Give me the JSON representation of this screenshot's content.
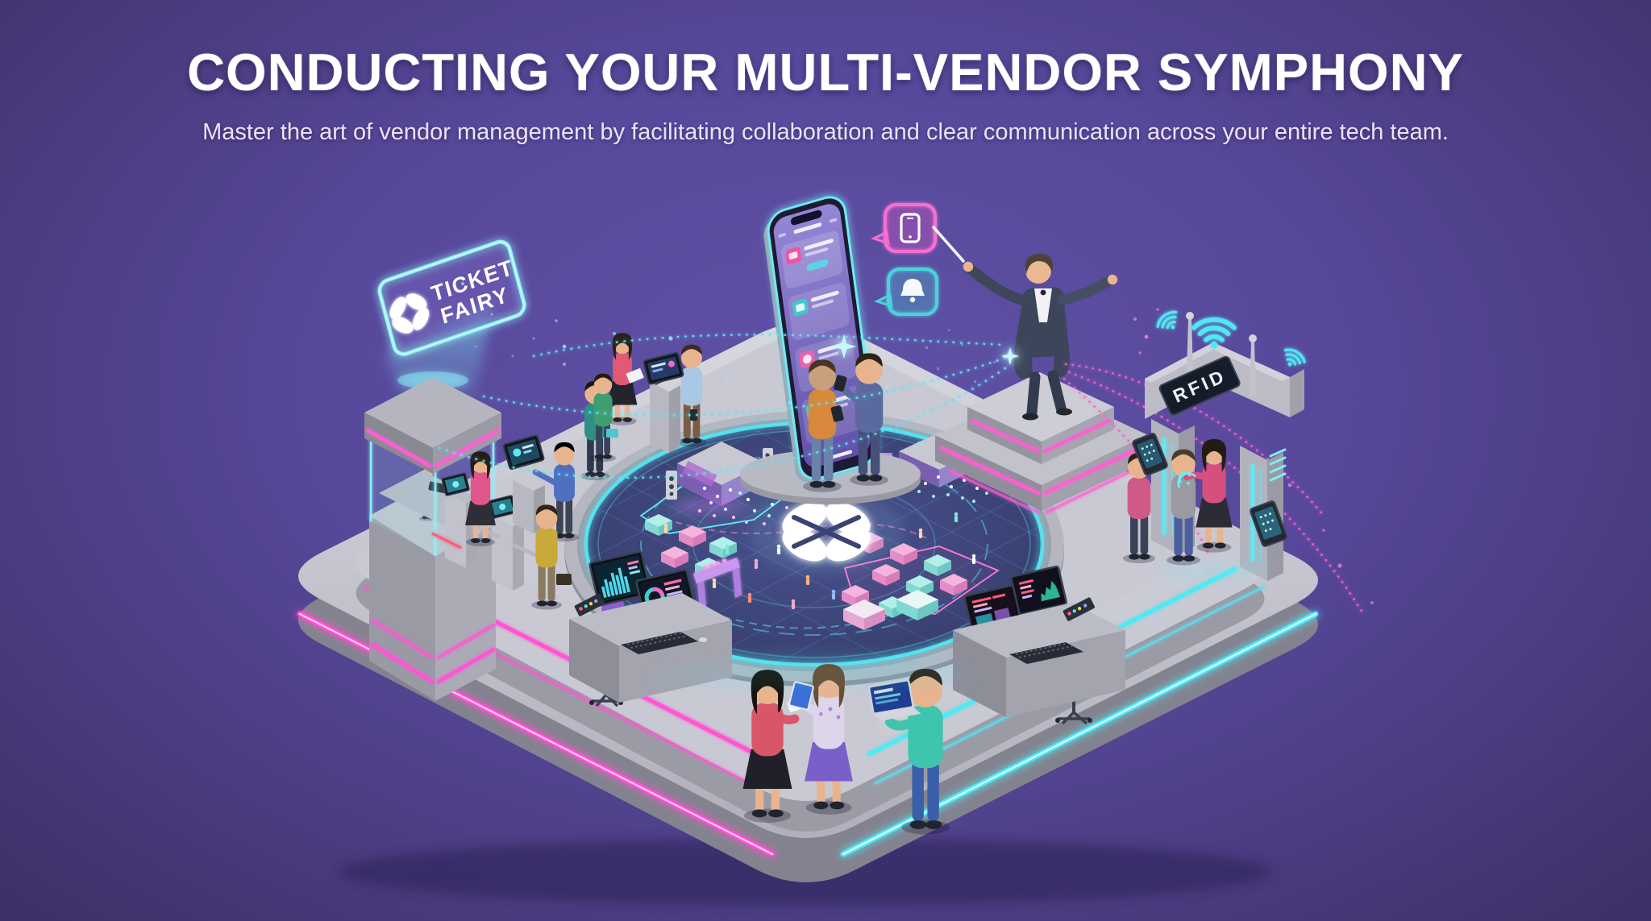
{
  "header": {
    "title": "CONDUCTING YOUR MULTI-VENDOR SYMPHONY",
    "subtitle": "Master the art of vendor management by facilitating collaboration and clear communication across your entire tech team."
  },
  "scene": {
    "ticket_fairy_sign": {
      "brand_line1": "TICKET",
      "brand_line2": "FAIRY",
      "logo_icon": "ticket-fairy-flower-icon"
    },
    "rfid_gate": {
      "label": "RFID",
      "icons": [
        "wifi-icon",
        "antenna-icon"
      ]
    },
    "phone": {
      "app_list_items": 4,
      "notification_icons": [
        "smartphone-icon",
        "bell-icon"
      ]
    },
    "hologram_map": {
      "center_icon": "ticket-fairy-flower-icon",
      "features": [
        "main-stage",
        "second-stage",
        "vendor-stalls",
        "food-trucks",
        "entrance-arch",
        "crowd"
      ]
    },
    "colors": {
      "background_center": "#5e50a5",
      "background_edge": "#3f3168",
      "neon_pink": "#ff55d4",
      "neon_cyan": "#4fe9f5",
      "platform_top": "#c9c9d3",
      "platform_side": "#83838f",
      "hologram_surface": "#3b4274",
      "hologram_ring": "#55e7f5",
      "bubble_pink": "#f56fd2",
      "bubble_teal": "#4cd2da",
      "logo_white": "#ffffff"
    }
  }
}
